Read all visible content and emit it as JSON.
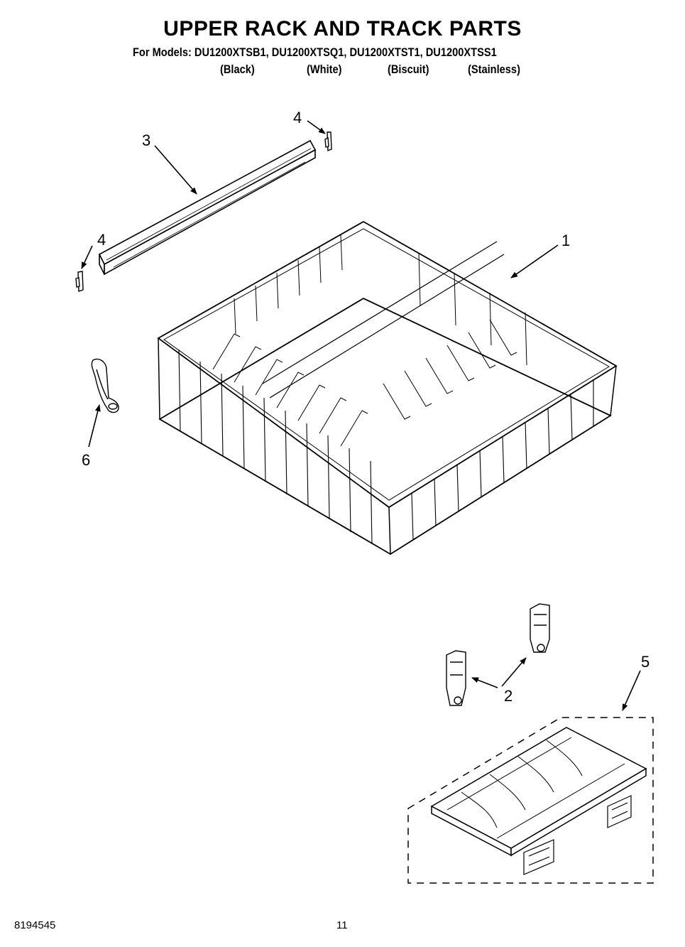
{
  "header": {
    "title": "UPPER RACK AND TRACK PARTS",
    "models_line": "For Models: DU1200XTSB1, DU1200XTSQ1, DU1200XTST1, DU1200XTSS1",
    "colors": [
      "(Black)",
      "(White)",
      "(Biscuit)",
      "(Stainless)"
    ]
  },
  "callouts": {
    "c1": "1",
    "c2": "2",
    "c3": "3",
    "c4_top": "4",
    "c4_left": "4",
    "c5": "5",
    "c6": "6"
  },
  "footer": {
    "doc_number": "8194545",
    "page_number": "11"
  }
}
